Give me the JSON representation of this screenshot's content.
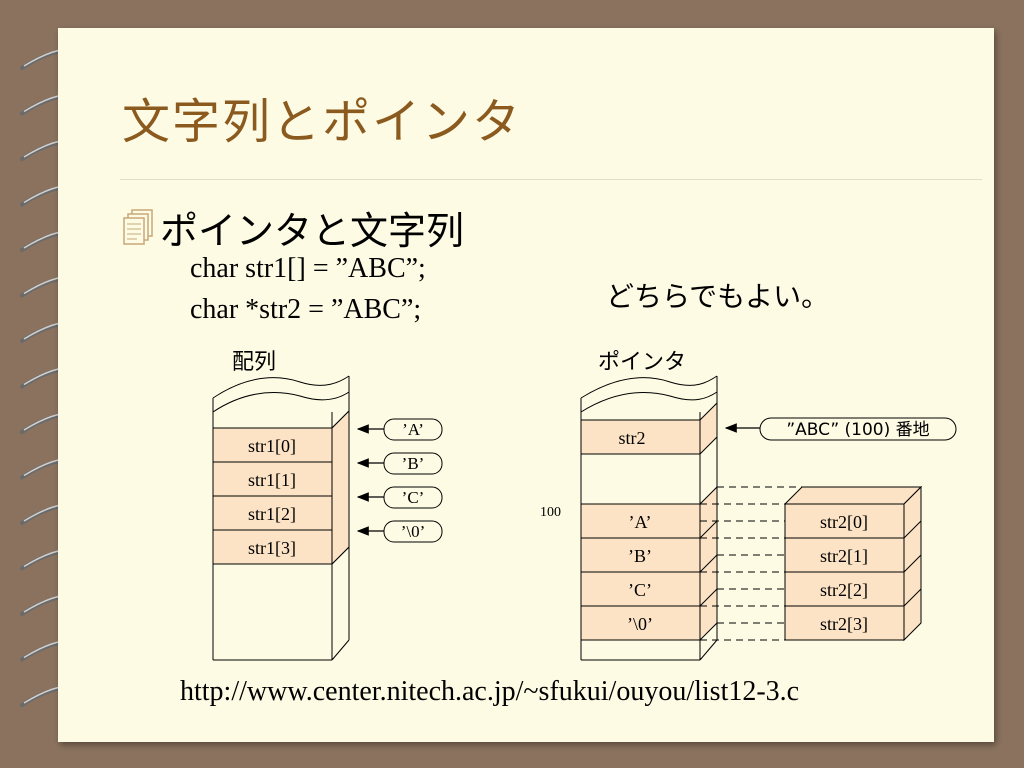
{
  "slide": {
    "title": "文字列とポインタ",
    "bullet": "ポインタと文字列",
    "code_lines": [
      "char str1[] = ”ABC”;",
      "char *str2 = ”ABC”;"
    ],
    "note": "どちらでもよい。",
    "url": "http://www.center.nitech.ac.jp/~sfukui/ouyou/list12-3.c"
  },
  "array_diagram": {
    "label": "配列",
    "cells": [
      "str1[0]",
      "str1[1]",
      "str1[2]",
      "str1[3]"
    ],
    "values": [
      "’A’",
      "’B’",
      "’C’",
      "’\\0’"
    ]
  },
  "pointer_diagram": {
    "label": "ポインタ",
    "pointer_cell": "str2",
    "pointer_value": "”ABC” (100) 番地",
    "address_label": "100",
    "memory_cells": [
      "’A’",
      "’B’",
      "’C’",
      "’\\0’"
    ],
    "string_cells": [
      "str2[0]",
      "str2[1]",
      "str2[2]",
      "str2[3]"
    ]
  },
  "colors": {
    "background": "#8a725e",
    "paper": "#fdfbe4",
    "title": "#8b5a1e",
    "cell_fill": "#fce3c5"
  }
}
